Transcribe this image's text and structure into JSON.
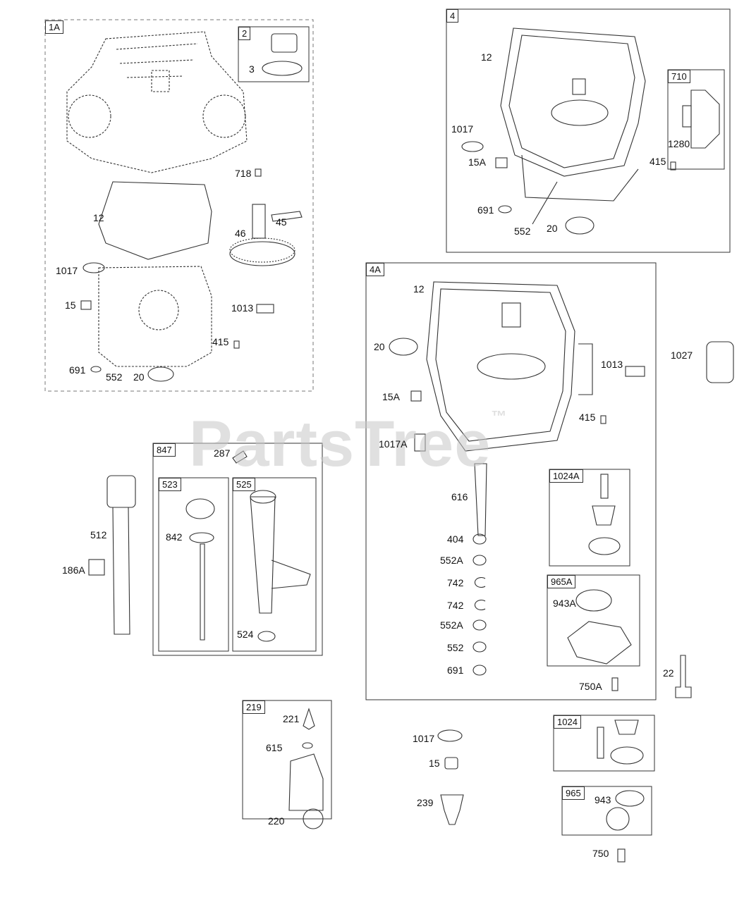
{
  "watermark": "PartsTree",
  "watermark_tm": "™",
  "groups": {
    "g1A": "1A",
    "g2": "2",
    "g4": "4",
    "g710": "710",
    "g4A": "4A",
    "g847": "847",
    "g523": "523",
    "g525": "525",
    "g1024A": "1024A",
    "g965A": "965A",
    "g219": "219",
    "g1024": "1024",
    "g965": "965"
  },
  "callouts": {
    "c2_3": "3",
    "c1A_718": "718",
    "c1A_12": "12",
    "c1A_45": "45",
    "c1A_46": "46",
    "c1A_1017": "1017",
    "c1A_1013": "1013",
    "c1A_15": "15",
    "c1A_415": "415",
    "c1A_691": "691",
    "c1A_552": "552",
    "c1A_20": "20",
    "c4_12": "12",
    "c4_1017": "1017",
    "c4_15A": "15A",
    "c4_691": "691",
    "c4_552": "552",
    "c4_20": "20",
    "c4_415": "415",
    "c710_1280": "1280",
    "c4A_12": "12",
    "c4A_20": "20",
    "c4A_1013": "1013",
    "c4A_15A": "15A",
    "c4A_415": "415",
    "c4A_1017A": "1017A",
    "c4A_616": "616",
    "c4A_404": "404",
    "c4A_552A_1": "552A",
    "c4A_742_1": "742",
    "c4A_742_2": "742",
    "c4A_552A_2": "552A",
    "c4A_552": "552",
    "c4A_691": "691",
    "c4A_750A": "750A",
    "c965A_943A": "943A",
    "c_1027": "1027",
    "c_22": "22",
    "c847_287": "287",
    "c523_842": "842",
    "c525_524": "524",
    "c_512": "512",
    "c_186A": "186A",
    "c219_221": "221",
    "c219_615": "615",
    "c_220": "220",
    "c_1017b": "1017",
    "c_15b": "15",
    "c_239": "239",
    "c965_943": "943",
    "c_750": "750"
  }
}
